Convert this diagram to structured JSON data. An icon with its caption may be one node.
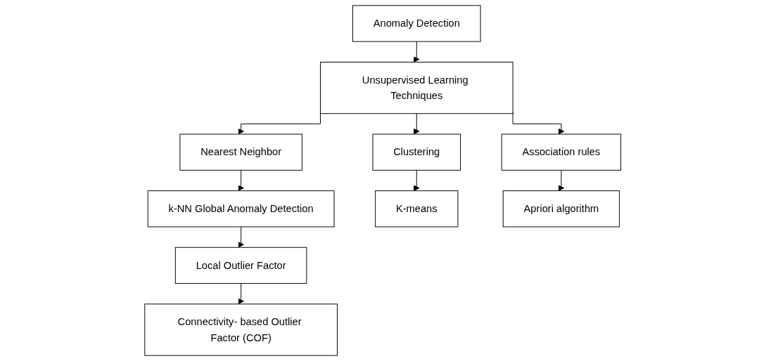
{
  "diagram": {
    "nodes": [
      {
        "text": [
          "Anomaly Detection"
        ]
      },
      {
        "text": [
          "Unsupervised Learning Techniques"
        ]
      },
      {
        "text": [
          "Nearest Neighbor"
        ]
      },
      {
        "text": [
          "Clustering"
        ]
      },
      {
        "text": [
          "Association rules"
        ]
      },
      {
        "text": [
          "k-NN Global Anomaly Detection"
        ]
      },
      {
        "text": [
          "K-means"
        ]
      },
      {
        "text": [
          "Apriori algorithm"
        ]
      },
      {
        "text": [
          "Local Outlier Factor"
        ]
      },
      {
        "text": [
          "Connectivity- based Outlier Factor (COF)"
        ]
      }
    ],
    "edges": [
      {
        "from": 0,
        "to": 1,
        "arrow": "to"
      },
      {
        "from": 1,
        "to": 2,
        "arrow": "to"
      },
      {
        "from": 1,
        "to": 3,
        "arrow": "to"
      },
      {
        "from": 1,
        "to": 4,
        "arrow": "to"
      },
      {
        "from": 2,
        "to": 5,
        "arrow": "to"
      },
      {
        "from": 3,
        "to": 6,
        "arrow": "to"
      },
      {
        "from": 4,
        "to": 7,
        "arrow": "to"
      },
      {
        "from": 5,
        "to": 8,
        "arrow": "to"
      },
      {
        "from": 8,
        "to": 9,
        "arrow": "to"
      }
    ]
  }
}
